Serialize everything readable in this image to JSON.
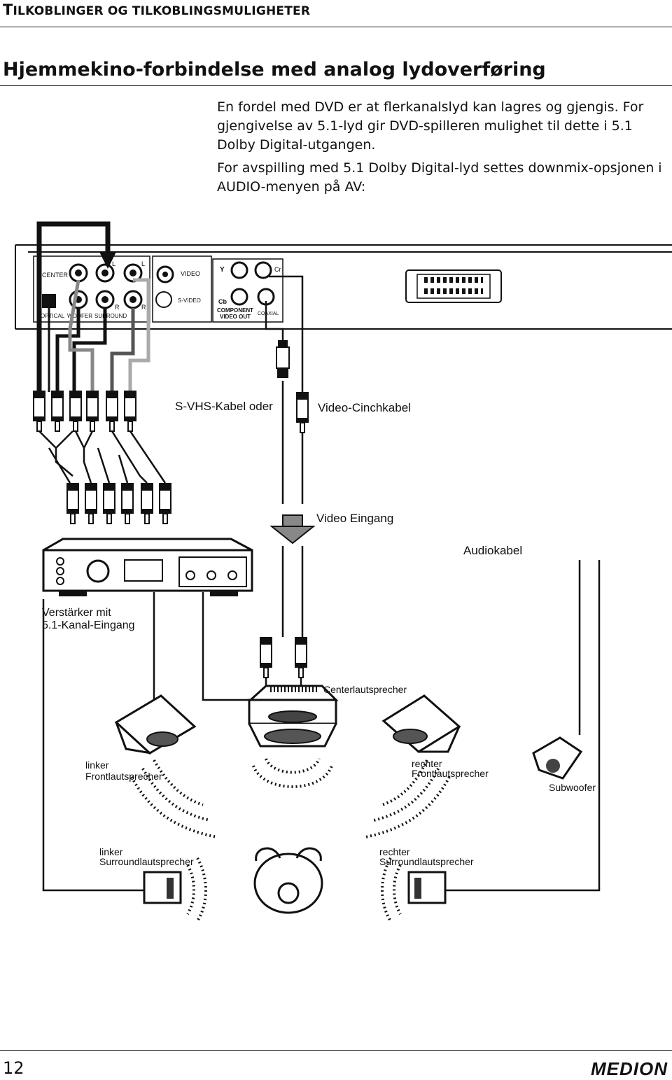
{
  "header": {
    "section_title_first": "T",
    "section_title_rest": "ILKOBLINGER OG TILKOBLINGSMULIGHETER",
    "heading": "Hjemmekino-forbindelse med analog lydoverføring"
  },
  "intro": {
    "paragraph1": "En fordel med DVD er at flerkanalslyd kan lagres og gjengis. For gjengivelse av 5.1-lyd gir DVD-spilleren mulighet til dette  i 5.1 Dolby Digital-utgangen.",
    "paragraph2": "For avspilling med 5.1 Dolby Digital-lyd settes downmix-opsjonen i AUDIO-menyen på AV:"
  },
  "diagram": {
    "panel_labels": {
      "center": "CENTER",
      "optical": "OPTICAL",
      "woofer": "WOOFER",
      "surround": "SURROUND",
      "l1": "L",
      "l2": "L",
      "r1": "R",
      "r2": "R",
      "video": "VIDEO",
      "svideo": "S-VIDEO",
      "y": "Y",
      "cb": "Cb",
      "cr": "Cr",
      "component": "COMPONENT",
      "video_out": "VIDEO OUT",
      "coaxial": "COAXIAL"
    },
    "cable_labels": {
      "svhs": "S-VHS-Kabel oder",
      "cinch": "Video-Cinchkabel",
      "video_input": "Video Eingang",
      "audio_cable": "Audiokabel"
    },
    "amplifier": {
      "line1": "Verstärker mit",
      "line2": "5.1-Kanal-Eingang"
    },
    "speakers": {
      "center": "Centerlautsprecher",
      "front_left_1": "linker",
      "front_left_2": "Frontlautsprecher",
      "front_right_1": "rechter",
      "front_right_2": "Frontlautsprecher",
      "subwoofer": "Subwoofer",
      "surround_left_1": "linker",
      "surround_left_2": "Surroundlautsprecher",
      "surround_right_1": "rechter",
      "surround_right_2": "Surroundlautsprecher"
    }
  },
  "footer": {
    "page_number": "12",
    "brand": "MEDION"
  }
}
